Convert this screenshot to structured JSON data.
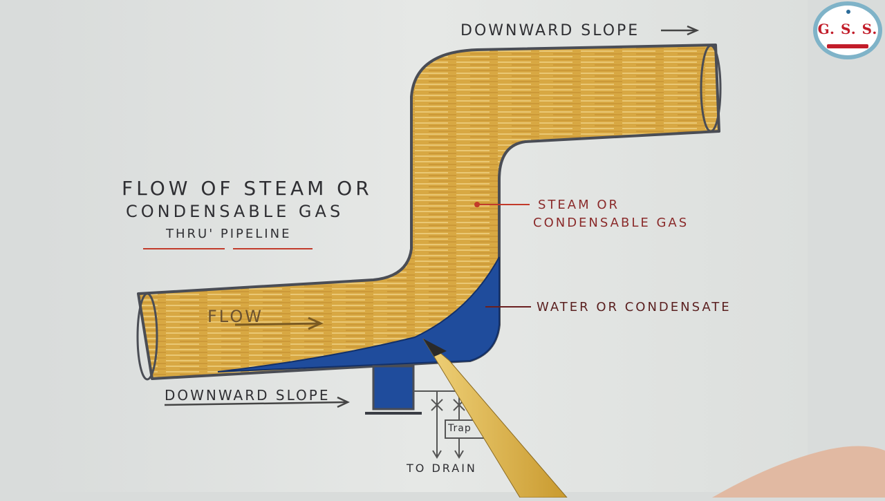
{
  "diagram": {
    "title_lines": [
      "FLOW OF STEAM OR",
      "CONDENSABLE GAS",
      "THRU' PIPELINE"
    ],
    "top_label": "DOWNWARD SLOPE",
    "bottom_label": "DOWNWARD SLOPE",
    "flow_label": "FLOW",
    "steam_label_lines": [
      "STEAM OR",
      "CONDENSABLE GAS"
    ],
    "water_label": "WATER OR CONDENSATE",
    "trap_label": "Trap",
    "drain_label": "TO DRAIN"
  },
  "logo": {
    "text": "G. S. S."
  },
  "colors": {
    "steam": "#d8a843",
    "steam_streak": "#f4dc93",
    "water": "#1f4c9c",
    "outline": "#4a4d55",
    "label_red": "#8a2a2a",
    "leader_red": "#c23a2a",
    "paper": "#e3e6e4"
  }
}
